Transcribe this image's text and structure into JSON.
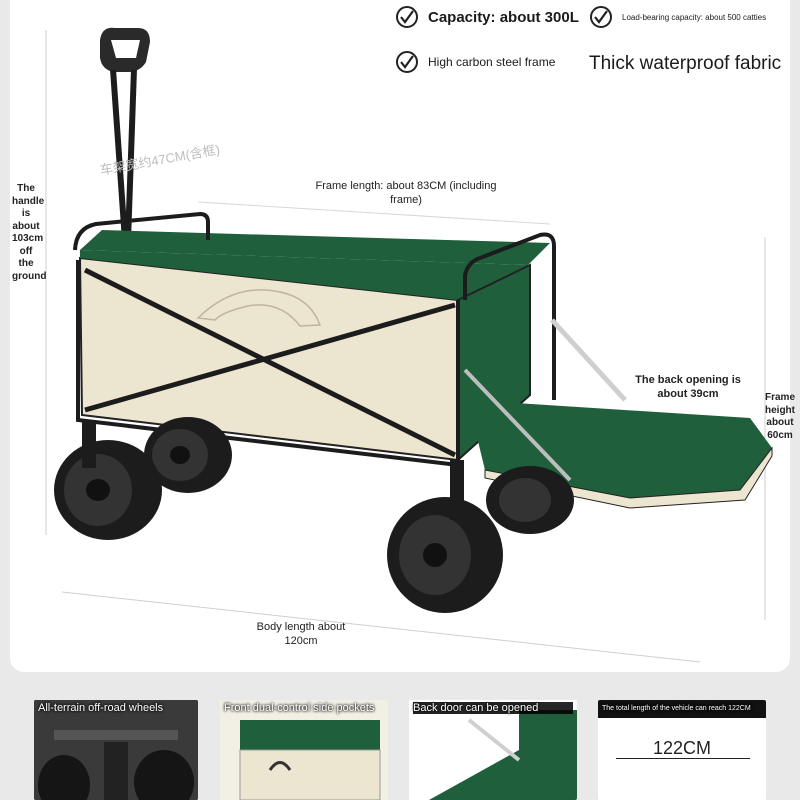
{
  "features": {
    "capacity": "Capacity: about 300L",
    "load_bearing": "Load-bearing capacity: about 500 catties",
    "frame": "High carbon steel frame",
    "fabric": "Thick waterproof fabric"
  },
  "dimensions": {
    "width_cn": "车架宽约47CM(含框)",
    "frame_length": "Frame length: about 83CM (including frame)",
    "handle_height": "The handle is about 103cm off the ground",
    "back_opening": "The back opening is about 39cm",
    "frame_height": "Frame height about 60cm",
    "body_length": "Body length about 120cm"
  },
  "thumbnails": [
    {
      "caption": "All-terrain off-road wheels"
    },
    {
      "caption": "Front dual-control side pockets"
    },
    {
      "caption": "Back door can be opened"
    },
    {
      "caption": "The total length of the vehicle can reach 122CM",
      "value": "122CM"
    }
  ],
  "colors": {
    "fabric_green": "#1f5f3b",
    "fabric_cream": "#ece5cf",
    "frame_black": "#1c1c1c"
  }
}
